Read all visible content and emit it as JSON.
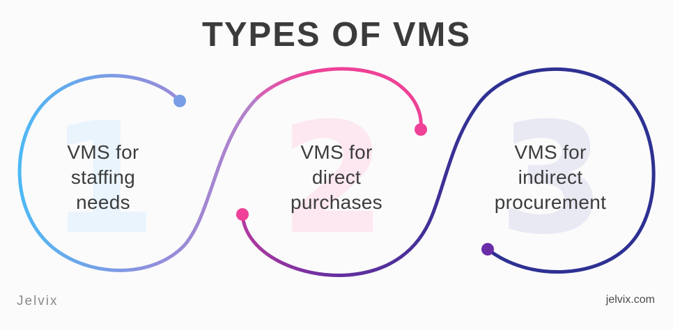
{
  "title": "TYPES OF VMS",
  "items": [
    {
      "number": "1",
      "lines": [
        "VMS for",
        "staffing",
        "needs"
      ]
    },
    {
      "number": "2",
      "lines": [
        "VMS for",
        "direct",
        "purchases"
      ]
    },
    {
      "number": "3",
      "lines": [
        "VMS for",
        "indirect",
        "procurement"
      ]
    }
  ],
  "brand": "Jelvix",
  "website": "jelvix.com",
  "colors": {
    "blue": "#4db8f5",
    "pink": "#ee4197",
    "indigo": "#2e3192",
    "number1": "#e9f4fd",
    "number2": "#fde7f0",
    "number3": "#e9e9f4"
  }
}
